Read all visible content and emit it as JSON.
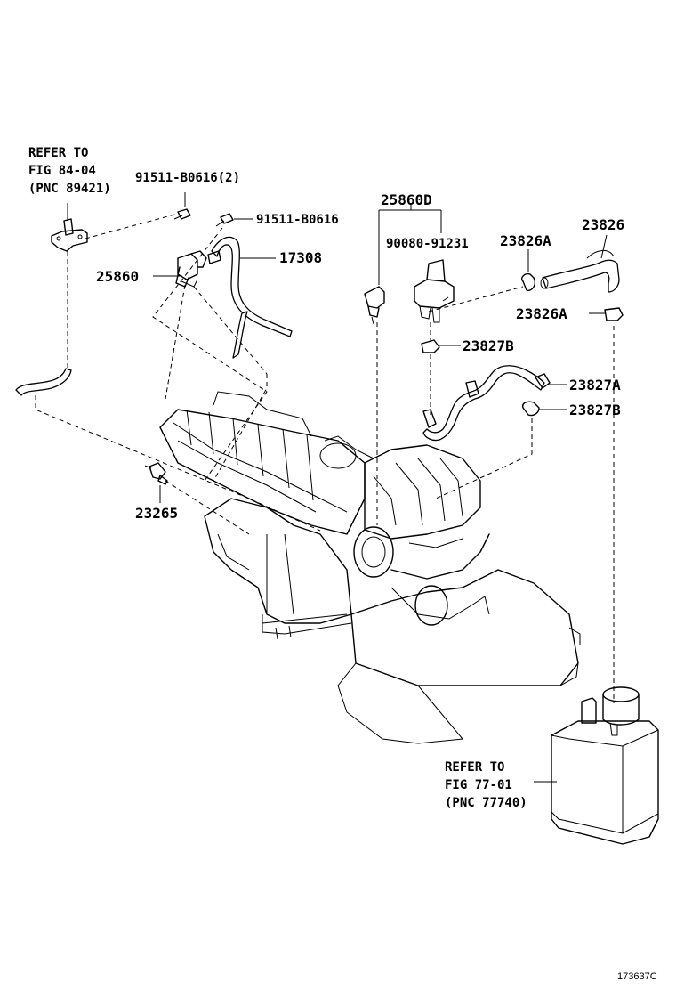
{
  "labels": {
    "refer_top_line1": "REFER TO",
    "refer_top_line2": "FIG 84-04",
    "refer_top_line3": "(PNC 89421)",
    "bolt_pair": "91511-B0616(2)",
    "bolt_single": "91511-B0616",
    "hose_17308": "17308",
    "vsv_25860": "25860",
    "bracket_25860D": "25860D",
    "vsv_90080": "90080-91231",
    "clamp_23826A_top": "23826A",
    "hose_23826": "23826",
    "clamp_23826A_low": "23826A",
    "clamp_23827B_top": "23827B",
    "hose_23827A": "23827A",
    "clamp_23827B_low": "23827B",
    "sensor_23265": "23265",
    "refer_bot_line1": "REFER TO",
    "refer_bot_line2": "FIG 77-01",
    "refer_bot_line3": "(PNC 77740)",
    "figure_id": "173637C"
  }
}
